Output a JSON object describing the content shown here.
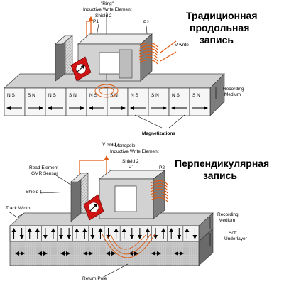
{
  "top_diagram": {
    "title_lines": [
      "Традиционная",
      "продольная",
      "запись"
    ],
    "element_label_lines": [
      "\"Ring\"",
      "Inductive Write Element"
    ],
    "shield2_label": "Shield 2",
    "p1_label": "P1",
    "p2_label": "P2",
    "vwrite_label": "V write",
    "medium_label_lines": [
      "Recording",
      "Medium"
    ],
    "magnetizations_label": "Magnetizations",
    "cells": [
      "N S",
      "S N",
      "N S",
      "S N",
      "N S",
      "S N",
      "N S",
      "S N",
      "N S",
      "S N"
    ]
  },
  "bottom_diagram": {
    "title_lines": [
      "Перпендикулярная",
      "запись"
    ],
    "vread_label": "V read",
    "element_label_lines": [
      "Monopole",
      "Inductive Write Element"
    ],
    "shield2_label": "Shield 2",
    "p1_label": "P1",
    "p2_label": "P2",
    "read_element_lines": [
      "Read Element",
      "GMR Sensor"
    ],
    "shield1_label": "Shield 1",
    "track_width_label": "Track Width",
    "medium_label_lines": [
      "Recording",
      "Medium"
    ],
    "underlayer_label_lines": [
      "Soft",
      "Underlayer"
    ],
    "return_pole_label": "Return Pole"
  },
  "colors": {
    "coil": "#e05a10",
    "read_element": "#d01414",
    "pole_face": "#c8c8c8",
    "pole_shadow": "#7a7a7a"
  }
}
